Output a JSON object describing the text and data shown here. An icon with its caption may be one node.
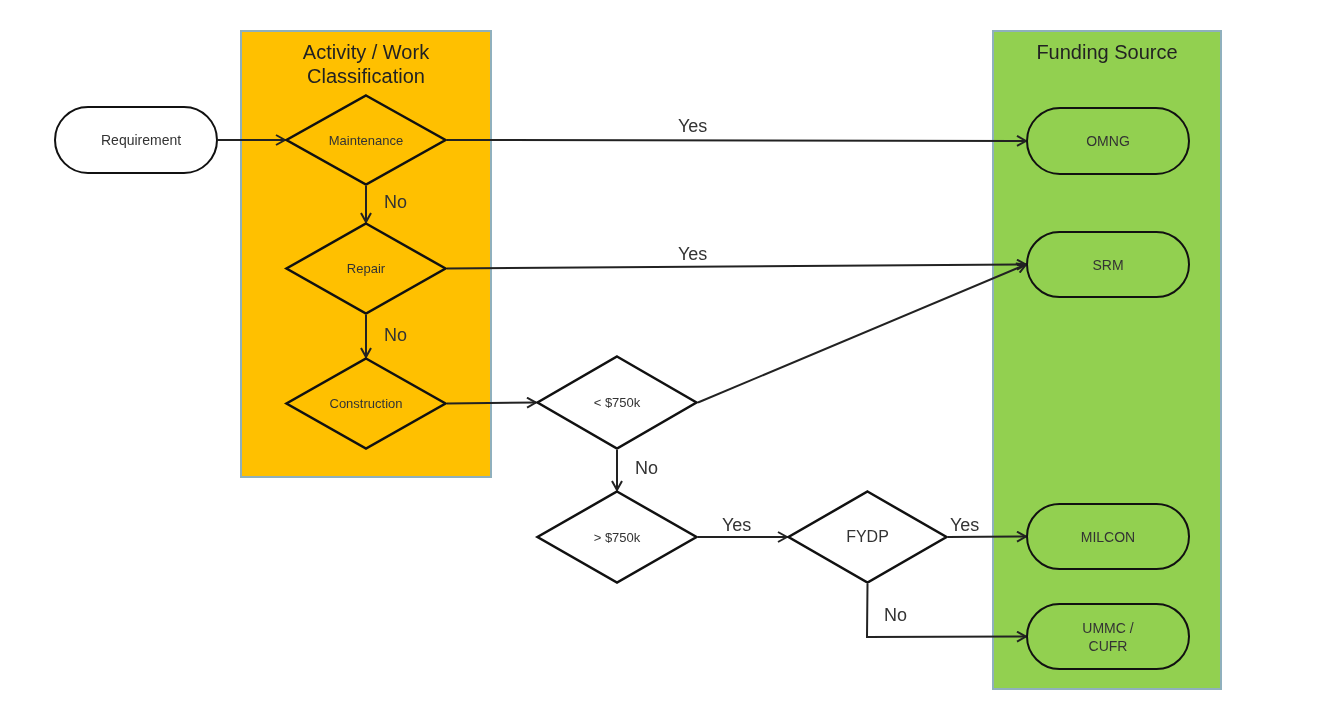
{
  "diagram": {
    "nodes": [
      {
        "text": [
          "Activity / Work Classification"
        ]
      },
      {
        "text": [
          "Funding Source"
        ]
      },
      {
        "text": [
          "Requirement"
        ]
      },
      {
        "text": [
          "Maintenance"
        ],
        "in": 0
      },
      {
        "text": [
          "Repair"
        ],
        "in": 0
      },
      {
        "text": [
          "Construction"
        ],
        "in": 0
      },
      {
        "text": [
          "< $750k"
        ]
      },
      {
        "text": [
          "> $750k"
        ]
      },
      {
        "text": [
          "FYDP"
        ]
      },
      {
        "text": [
          "OMNG"
        ],
        "in": 1
      },
      {
        "text": [
          "SRM"
        ],
        "in": 1
      },
      {
        "text": [
          "MILCON"
        ],
        "in": 1
      },
      {
        "text": [
          "UMMC / CUFR"
        ],
        "in": 1
      }
    ],
    "edges": [
      {
        "from": 2,
        "to": 3,
        "arrow": "to"
      },
      {
        "from": 3,
        "to": 9,
        "arrow": "to",
        "label": "Yes"
      },
      {
        "from": 3,
        "to": 4,
        "arrow": "to",
        "label": "No"
      },
      {
        "from": 4,
        "to": 10,
        "arrow": "to",
        "label": "Yes"
      },
      {
        "from": 4,
        "to": 5,
        "arrow": "to",
        "label": "No"
      },
      {
        "from": 5,
        "to": 6,
        "arrow": "to"
      },
      {
        "from": 6,
        "to": 10,
        "arrow": "to"
      },
      {
        "from": 6,
        "to": 7,
        "arrow": "to",
        "label": "No"
      },
      {
        "from": 7,
        "to": 8,
        "arrow": "to",
        "label": "Yes"
      },
      {
        "from": 8,
        "to": 11,
        "arrow": "to",
        "label": "Yes"
      },
      {
        "from": 8,
        "to": 12,
        "arrow": "to",
        "label": "No"
      }
    ]
  }
}
